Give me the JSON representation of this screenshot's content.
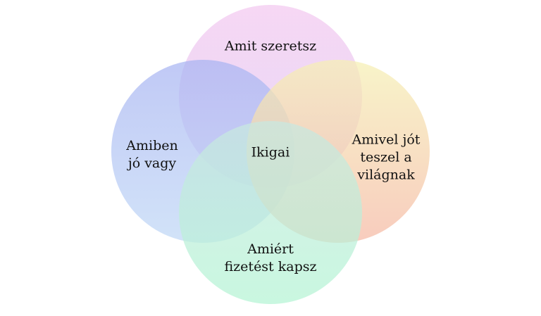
{
  "diagram": {
    "circles": {
      "love": {
        "label": "Amit szeretsz",
        "color_top": "#f3c8ef",
        "color_bottom": "#dcc8f4"
      },
      "good_at": {
        "label": "Amiben\njó vagy",
        "color_top": "#a8b4f2",
        "color_bottom": "#c0d8f6"
      },
      "world_needs": {
        "label": "Amivel jót\nteszel a\nvilágnak",
        "color_top": "#f6f0b4",
        "color_bottom": "#f6b8a4"
      },
      "paid_for": {
        "label": "Amiért\nfizetést kapsz",
        "color_top": "#c8e8e0",
        "color_bottom": "#b4f4d4"
      }
    },
    "center": {
      "label": "Ikigai"
    }
  }
}
